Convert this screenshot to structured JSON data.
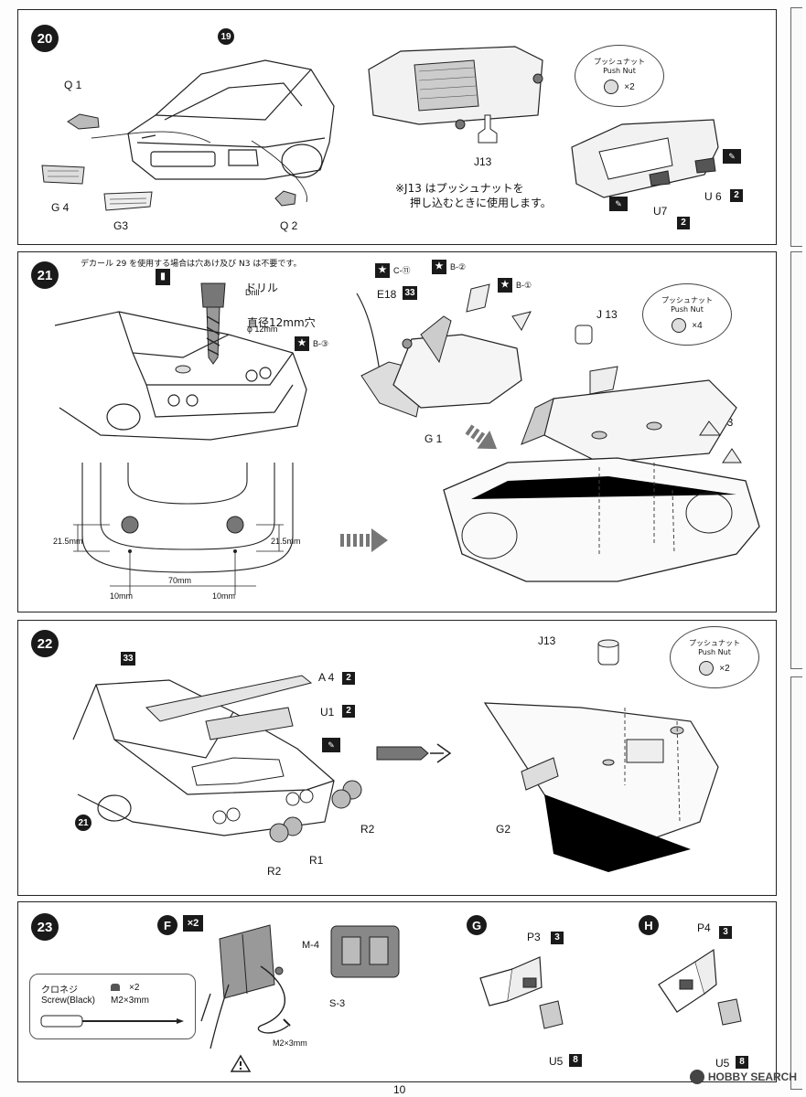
{
  "page": {
    "number": "10",
    "watermark": "HOBBY SEARCH"
  },
  "steps": [
    {
      "number": "20",
      "labels": {
        "body": "19",
        "q1": "Q 1",
        "q2": "Q 2",
        "g3": "G3",
        "g4": "G 4",
        "j13": "J13",
        "u6": "U 6",
        "u7": "U7"
      },
      "badges": {
        "u6": "2",
        "u7": "2"
      },
      "push_nut": {
        "jp": "プッシュナット",
        "en": "Push Nut",
        "qty": "×2"
      },
      "note_line1": "※J13 はプッシュナットを",
      "note_line2": "押し込むときに使用します。"
    },
    {
      "number": "21",
      "decal_note": "デカール 29 を使用する場合は穴あけ及び N3 は不要です。",
      "drill_jp": "ドリル",
      "drill_en": "Drill",
      "hole_note_1": "直径12mm穴",
      "hole_note_2": "φ 12mm",
      "labels": {
        "e18": "E18",
        "g1": "G 1",
        "j13": "J 13",
        "n3": "N3"
      },
      "badges": {
        "e18": "33"
      },
      "color_refs": [
        "C-⑪",
        "B-②",
        "B-①",
        "B-③"
      ],
      "push_nut": {
        "jp": "プッシュナット",
        "en": "Push Nut",
        "qty": "×4"
      },
      "dimensions": {
        "left_vertical": "21.5mm",
        "right_vertical": "21.5mm",
        "spacing": "70mm",
        "left_offset": "10mm",
        "right_offset": "10mm"
      }
    },
    {
      "number": "22",
      "labels": {
        "a4": "A 4",
        "u1": "U1",
        "r1": "R1",
        "r2_top": "R2",
        "r2_bottom": "R2",
        "ref21": "21",
        "j13": "J13",
        "g2": "G2"
      },
      "badges": {
        "decal": "33",
        "a4": "2",
        "u1": "2"
      },
      "push_nut": {
        "jp": "プッシュナット",
        "en": "Push Nut",
        "qty": "×2"
      }
    },
    {
      "number": "23",
      "sub_f": "F",
      "sub_f_qty": "×2",
      "sub_g": "G",
      "sub_h": "H",
      "screw": {
        "jp": "クロネジ",
        "en": "Screw(Black)",
        "qty": "×2",
        "size": "M2×3mm"
      },
      "labels": {
        "m4": "M-4",
        "s3": "S-3",
        "m2": "M2×3mm",
        "p3": "P3",
        "p4": "P4",
        "u5_g": "U5",
        "u5_h": "U5"
      },
      "badges": {
        "p3": "3",
        "p4": "3",
        "u5_g": "8",
        "u5_h": "8"
      }
    }
  ]
}
